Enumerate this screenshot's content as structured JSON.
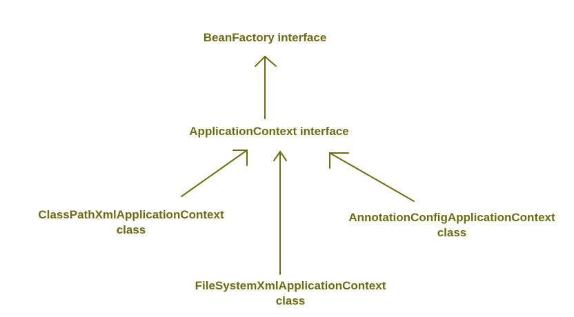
{
  "diagram": {
    "nodes": {
      "bean_factory": {
        "line1": "BeanFactory interface"
      },
      "application_context": {
        "line1": "ApplicationContext interface"
      },
      "classpath_xml": {
        "line1": "ClassPathXmlApplicationContext",
        "line2": "class"
      },
      "annotation_config": {
        "line1": "AnnotationConfigApplicationContext",
        "line2": "class"
      },
      "filesystem_xml": {
        "line1": "FileSystemXmlApplicationContext",
        "line2": "class"
      }
    },
    "edges": [
      {
        "from": "application_context",
        "to": "bean_factory"
      },
      {
        "from": "classpath_xml",
        "to": "application_context"
      },
      {
        "from": "filesystem_xml",
        "to": "application_context"
      },
      {
        "from": "annotation_config",
        "to": "application_context"
      }
    ],
    "colors": {
      "text": "#6b6b12",
      "arrow": "#6b6b12",
      "background": "#ffffff"
    }
  }
}
